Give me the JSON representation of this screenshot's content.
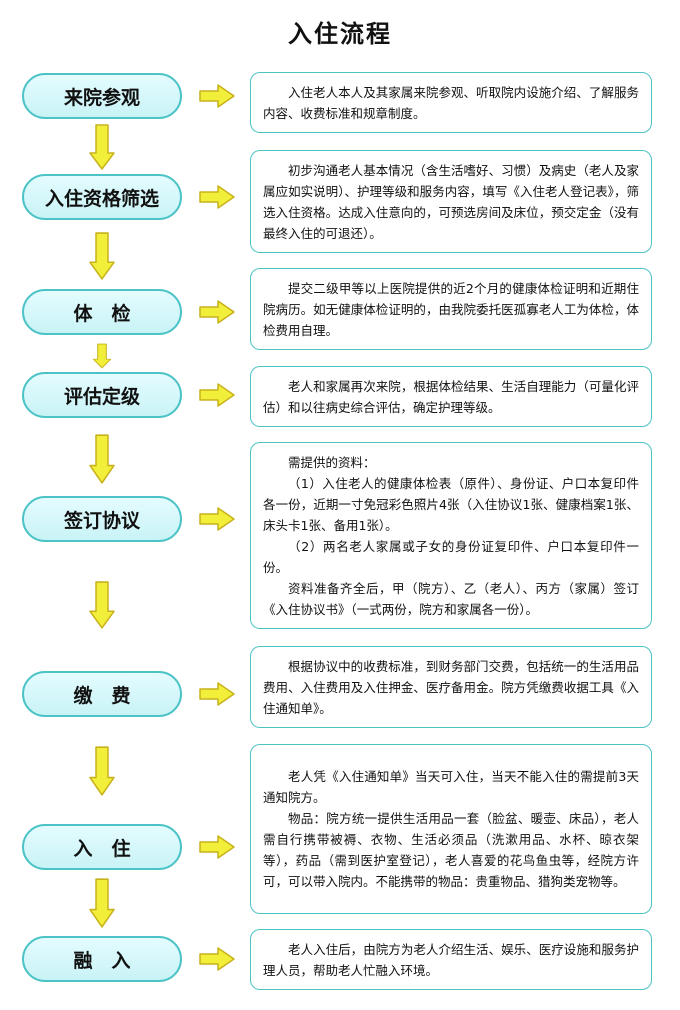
{
  "title": "入住流程",
  "colors": {
    "box_border": "#4cc3c6",
    "box_fill": "#d6f8fa",
    "arrow": "#f2ef3a"
  },
  "steps": [
    {
      "label": "来院参观",
      "desc": [
        "入住老人本人及其家属来院参观、听取院内设施介绍、了解服务内容、收费标准和规章制度。"
      ]
    },
    {
      "label": "入住资格筛选",
      "desc": [
        "初步沟通老人基本情况（含生活嗜好、习惯）及病史（老人及家属应如实说明）、护理等级和服务内容，填写《入住老人登记表》，筛选入住资格。达成入住意向的，可预选房间及床位，预交定金（没有最终入住的可退还）。"
      ]
    },
    {
      "label": "体　检",
      "desc": [
        "提交二级甲等以上医院提供的近2个月的健康体检证明和近期住院病历。如无健康体检证明的，由我院委托医孤寡老人工为体检，体检费用自理。"
      ]
    },
    {
      "label": "评估定级",
      "desc": [
        "老人和家属再次来院，根据体检结果、生活自理能力（可量化评估）和以往病史综合评估，确定护理等级。"
      ]
    },
    {
      "label": "签订协议",
      "desc": [
        "需提供的资料：",
        "（1）入住老人的健康体检表（原件）、身份证、户口本复印件各一份，近期一寸免冠彩色照片4张（入住协议1张、健康档案1张、床头卡1张、备用1张）。",
        "（2）两名老人家属或子女的身份证复印件、户口本复印件一份。",
        "资料准备齐全后，甲（院方）、乙（老人）、丙方（家属）签订《入住协议书》（一式两份，院方和家属各一份）。"
      ]
    },
    {
      "label": "缴　费",
      "desc": [
        "根据协议中的收费标准，到财务部门交费，包括统一的生活用品费用、入住费用及入住押金、医疗备用金。院方凭缴费收据工具《入住通知单》。"
      ]
    },
    {
      "label": "入　住",
      "desc": [
        "老人凭《入住通知单》当天可入住，当天不能入住的需提前3天通知院方。",
        "物品：院方统一提供生活用品一套（脸盆、暖壶、床品），老人需自行携带被褥、衣物、生活必须品（洗漱用品、水杯、晾衣架等），药品（需到医护室登记），老人喜爱的花鸟鱼虫等，经院方许可，可以带入院内。不能携带的物品：贵重物品、猎狗类宠物等。"
      ]
    },
    {
      "label": "融　入",
      "desc": [
        "老人入住后，由院方为老人介绍生活、娱乐、医疗设施和服务护理人员，帮助老人忙融入环境。"
      ]
    }
  ]
}
